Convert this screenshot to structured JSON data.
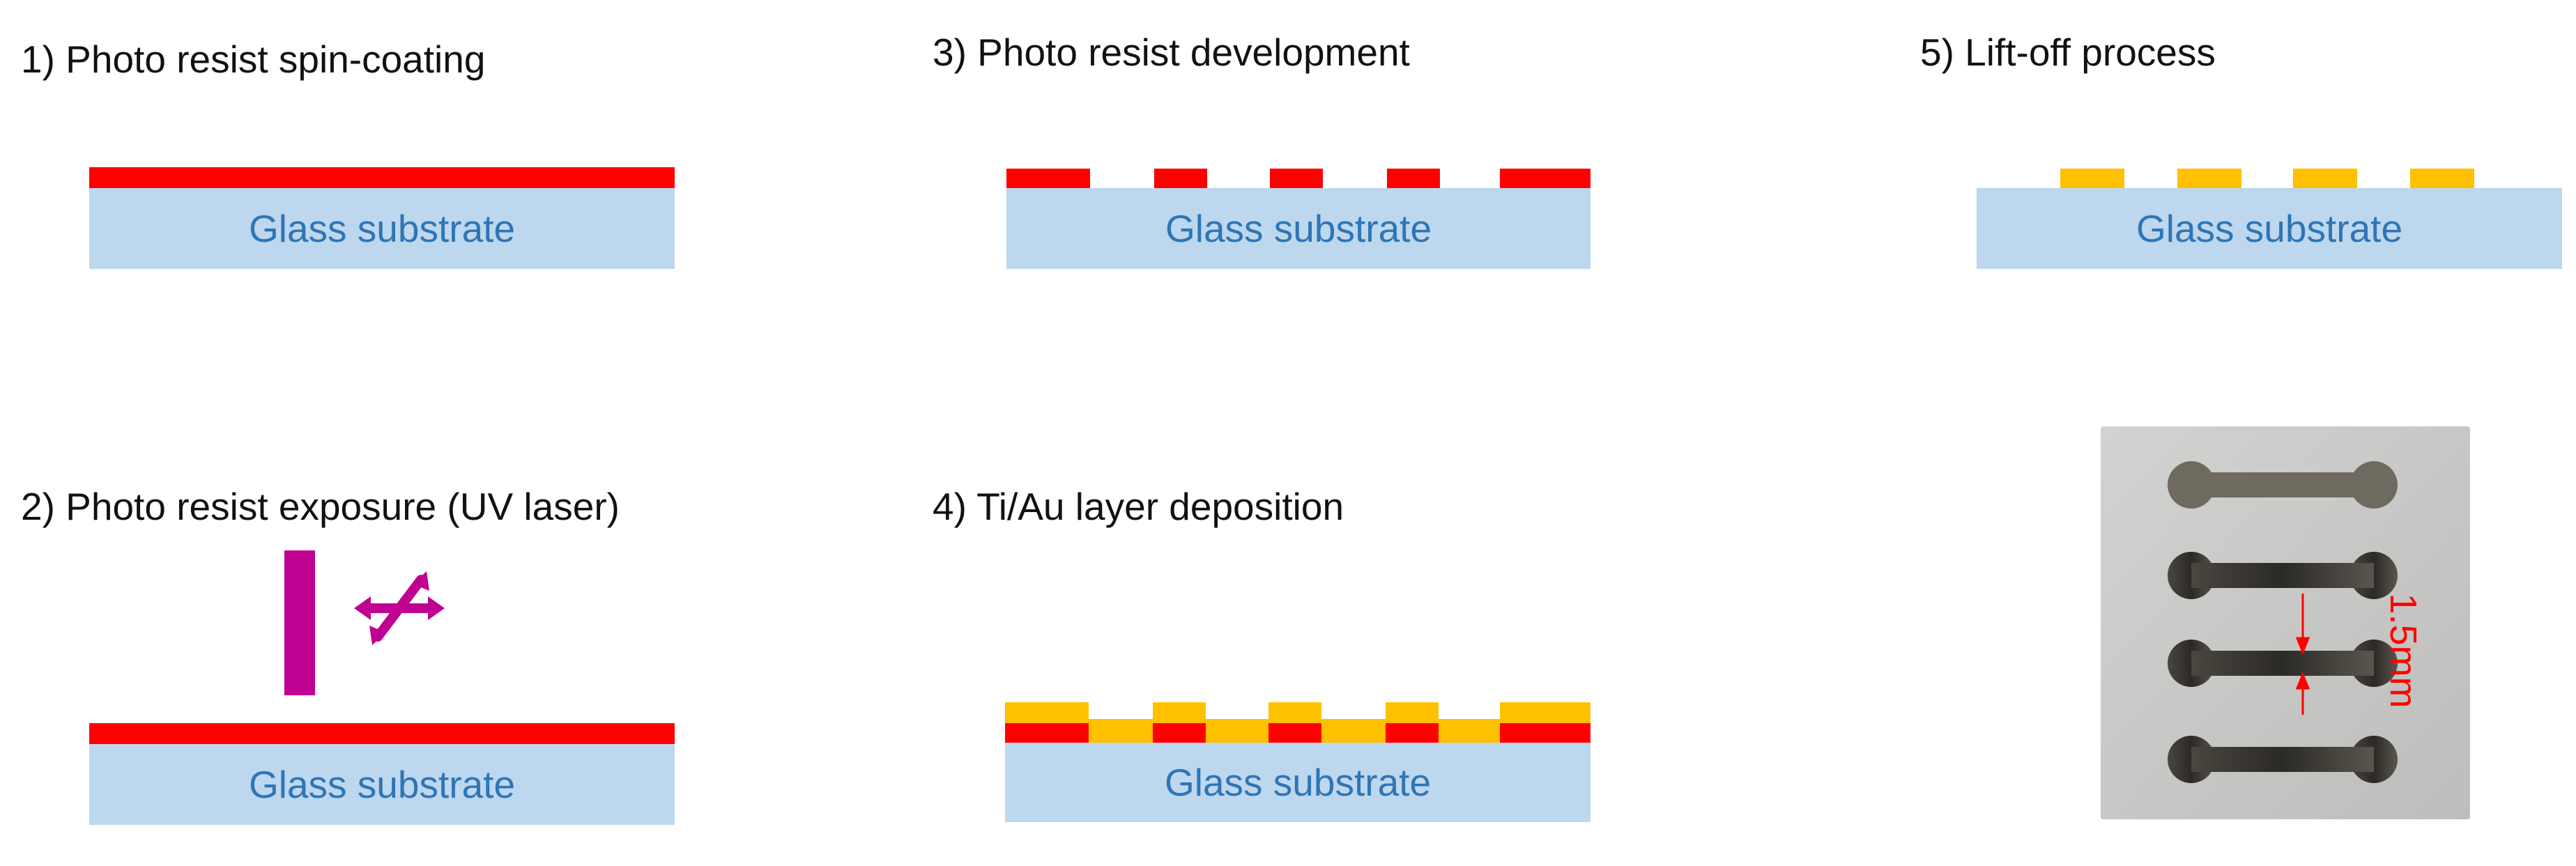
{
  "steps": {
    "s1": {
      "title": "1) Photo resist spin-coating",
      "substrate": "Glass substrate"
    },
    "s2": {
      "title": "2) Photo resist exposure (UV laser)",
      "substrate": "Glass substrate"
    },
    "s3": {
      "title": "3) Photo resist development",
      "substrate": "Glass substrate"
    },
    "s4": {
      "title": "4) Ti/Au layer deposition",
      "substrate": "Glass substrate"
    },
    "s5": {
      "title": "5) Lift-off process",
      "substrate": "Glass substrate"
    }
  },
  "photo": {
    "annotation": "1.5mm"
  },
  "colors": {
    "photoresist": "#ff0000",
    "metal": "#ffc000",
    "substrate_fill": "#bdd7ee",
    "substrate_text": "#2e75b6",
    "uv_laser": "#c00090"
  }
}
